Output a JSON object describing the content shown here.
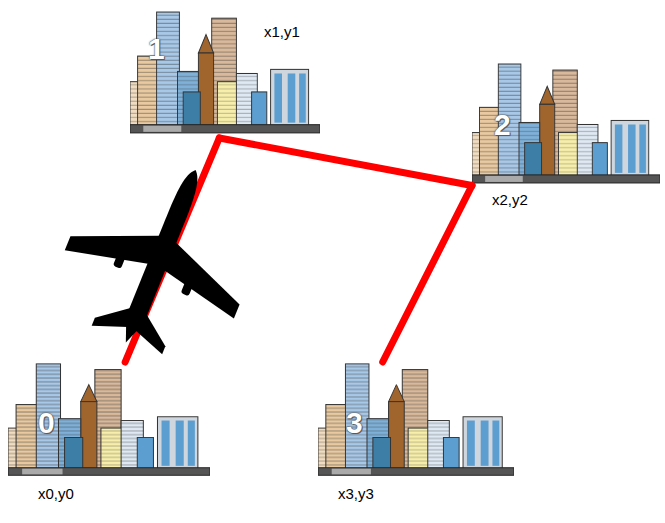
{
  "diagram": {
    "nodes": [
      {
        "text": [
          "1",
          "x1,y1"
        ]
      },
      {
        "text": [
          "2",
          "x2,y2"
        ]
      },
      {
        "text": [
          "0",
          "x0,y0"
        ]
      },
      {
        "text": [
          "3",
          "x3,y3"
        ]
      }
    ],
    "edges": [
      {
        "from": 2,
        "to": 0,
        "arrow": "none"
      },
      {
        "from": 0,
        "to": 1,
        "arrow": "none"
      },
      {
        "from": 1,
        "to": 3,
        "arrow": "none"
      }
    ]
  }
}
